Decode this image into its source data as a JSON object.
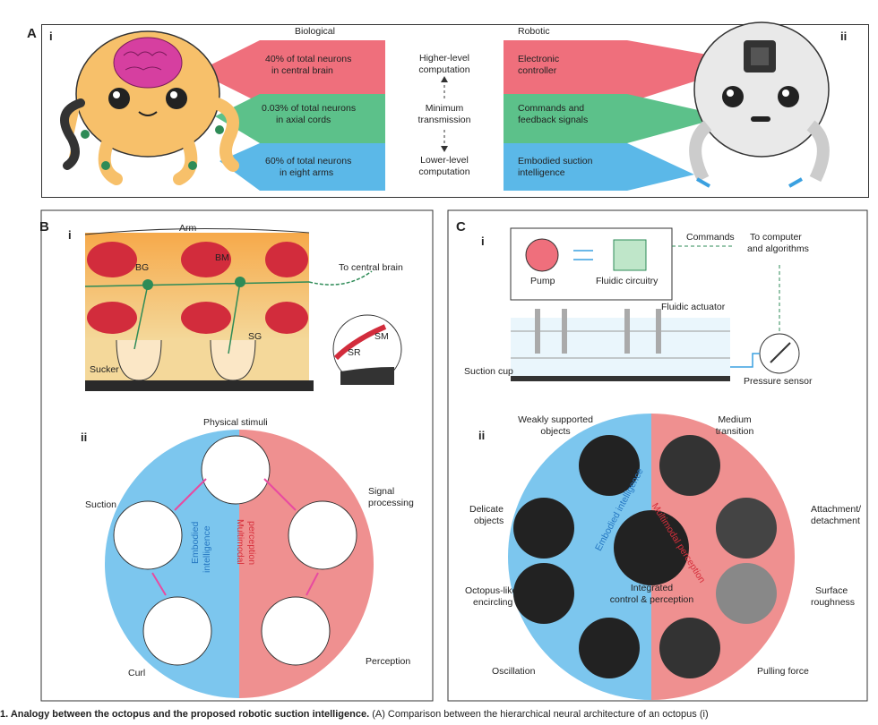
{
  "panelA": {
    "letter": "A",
    "sub_i": "i",
    "sub_ii": "ii",
    "col_bio": "Biological",
    "col_robot": "Robotic",
    "bio_rows": [
      {
        "line1": "40% of total neurons",
        "line2": "in central brain",
        "color": "#ef6f7c"
      },
      {
        "line1": "0.03% of total neurons",
        "line2": "in axial cords",
        "color": "#5cc18a"
      },
      {
        "line1": "60% of total neurons",
        "line2": "in eight arms",
        "color": "#5bb8e8"
      }
    ],
    "robot_rows": [
      {
        "line1": "Electronic",
        "line2": "controller"
      },
      {
        "line1": "Commands and",
        "line2": "feedback signals"
      },
      {
        "line1": "Embodied suction",
        "line2": "intelligence"
      }
    ],
    "mid": [
      {
        "line1": "Higher-level",
        "line2": "computation"
      },
      {
        "line1": "Minimum",
        "line2": "transmission"
      },
      {
        "line1": "Lower-level",
        "line2": "computation"
      }
    ]
  },
  "panelB": {
    "letter": "B",
    "sub_i": "i",
    "sub_ii": "ii",
    "arm": "Arm",
    "bg": "BG",
    "bm": "BM",
    "sg": "SG",
    "sr": "SR",
    "sm": "SM",
    "sucker": "Sucker",
    "to_brain": "To central brain",
    "physical": "Physical stimuli",
    "suction": "Suction",
    "signal1": "Signal",
    "signal2": "processing",
    "curl": "Curl",
    "perception": "Perception",
    "embodied1": "Embodied",
    "embodied2": "intelligence",
    "multimodal1": "Multimodal",
    "multimodal2": "perception"
  },
  "panelC": {
    "letter": "C",
    "sub_i": "i",
    "sub_ii": "ii",
    "pump": "Pump",
    "fluidic": "Fluidic circuitry",
    "commands": "Commands",
    "computer1": "To computer",
    "computer2": "and algorithms",
    "actuator": "Fluidic actuator",
    "cup": "Suction cup",
    "sensor": "Pressure sensor",
    "weakly1": "Weakly supported",
    "weakly2": "objects",
    "medium1": "Medium",
    "medium2": "transition",
    "delicate1": "Delicate",
    "delicate2": "objects",
    "attach1": "Attachment/",
    "attach2": "detachment",
    "encircle1": "Octopus-like",
    "encircle2": "encircling",
    "surface1": "Surface",
    "surface2": "roughness",
    "oscillation": "Oscillation",
    "pulling": "Pulling force",
    "integrated1": "Integrated",
    "integrated2": "control & perception",
    "arc_left": "Embodied intelligence",
    "arc_right": "Multimodal perception"
  },
  "caption": {
    "bold": "1. Analogy between the octopus and the proposed robotic suction intelligence.",
    "rest": " (A) Comparison between the hierarchical neural architecture of an octopus (i)"
  },
  "colors": {
    "red": "#ef6f7c",
    "green": "#5cc18a",
    "blue": "#5bb8e8",
    "octopus": "#f7c06a",
    "circle_blue": "#7cc6ee",
    "circle_red": "#ef9090"
  }
}
